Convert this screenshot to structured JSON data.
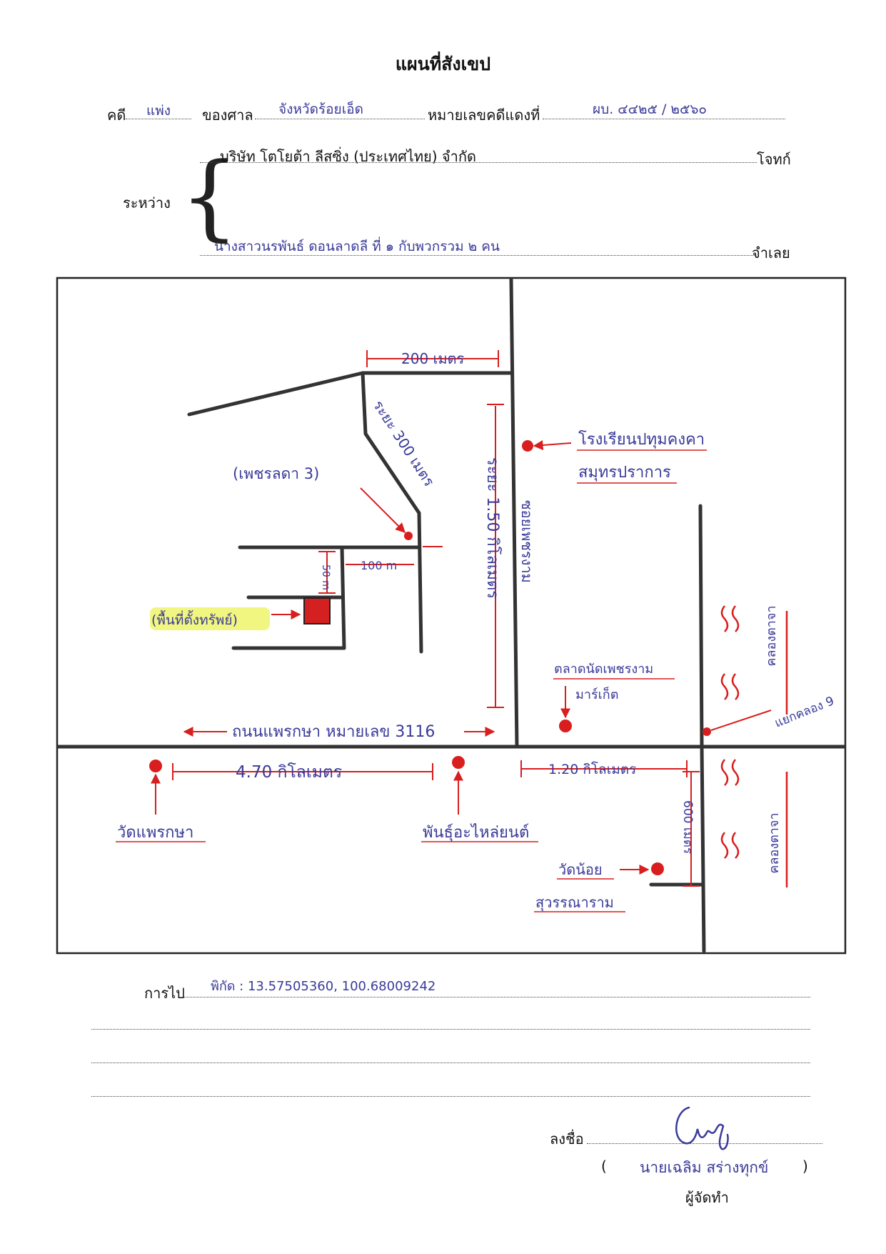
{
  "title": "แผนที่สังเขป",
  "header": {
    "case_label": "คดี",
    "case_value": "แพ่ง",
    "court_label": "ของศาล",
    "court_value": "จังหวัดร้อยเอ็ด",
    "red_no_label": "หมายเลขคดีแดงที่",
    "red_no_value": "ผบ. ๔๔๒๕ / ๒๕๖๐",
    "between_label": "ระหว่าง",
    "plaintiff_name": "บริษัท โตโยต้า ลีสซิ่ง (ประเทศไทย) จำกัด",
    "plaintiff_label": "โจทก์",
    "defendant_name": "นางสาวนรพันธ์ ดอนลาดลี ที่ ๑ กับพวกรวม ๒ คน",
    "defendant_label": "จำเลย"
  },
  "map": {
    "dist_200m_top": "200 เมตร",
    "dist_300m": "ระยะ 300 เมตร",
    "village_label": "(เพชรลดา 3)",
    "dist_100m": "100 m",
    "dist_50m": "50 m",
    "property_label": "(พื้นที่ตั้งทรัพย์)",
    "dist_1_50km": "ระยะ 1.50 กิโลเมตร",
    "soi_label": "ซอยเพชรงาม",
    "school_label_1": "โรงเรียนปทุมคงคา",
    "school_label_2": "สมุทรปราการ",
    "market_label_1": "ตลาดนัดเพชรงาม",
    "market_label_2": "มาร์เก็ต",
    "canal_label_top": "คลองตาจา",
    "canal_label_bottom": "คลองตาจา",
    "junction_label": "แยกคลอง 9",
    "road_label": "ถนนแพรกษา หมายเลข 3116",
    "dist_4_70km": "4.70 กิโลเมตร",
    "dist_1_20km": "1.20 กิโลเมตร",
    "dist_600m": "600 เมตร",
    "temple1_label": "วัดแพรกษา",
    "shop_label": "พันธุ์อะไหล่ยนต์",
    "temple2_label_1": "วัดน้อย",
    "temple2_label_2": "สุวรรณาราม",
    "colors": {
      "road": "#333333",
      "marker": "#d81e1e",
      "ink": "#3a3a9a",
      "highlight": "#eef56a",
      "property": "#d42020"
    }
  },
  "footer": {
    "directions_label": "การไป",
    "coordinates": "พิกัด : 13.57505360, 100.68009242",
    "sign_label": "ลงชื่อ",
    "signer_name": "นายเฉลิม สร่างทุกข์",
    "signer_role": "ผู้จัดทำ",
    "signature_text": "Cwy"
  }
}
